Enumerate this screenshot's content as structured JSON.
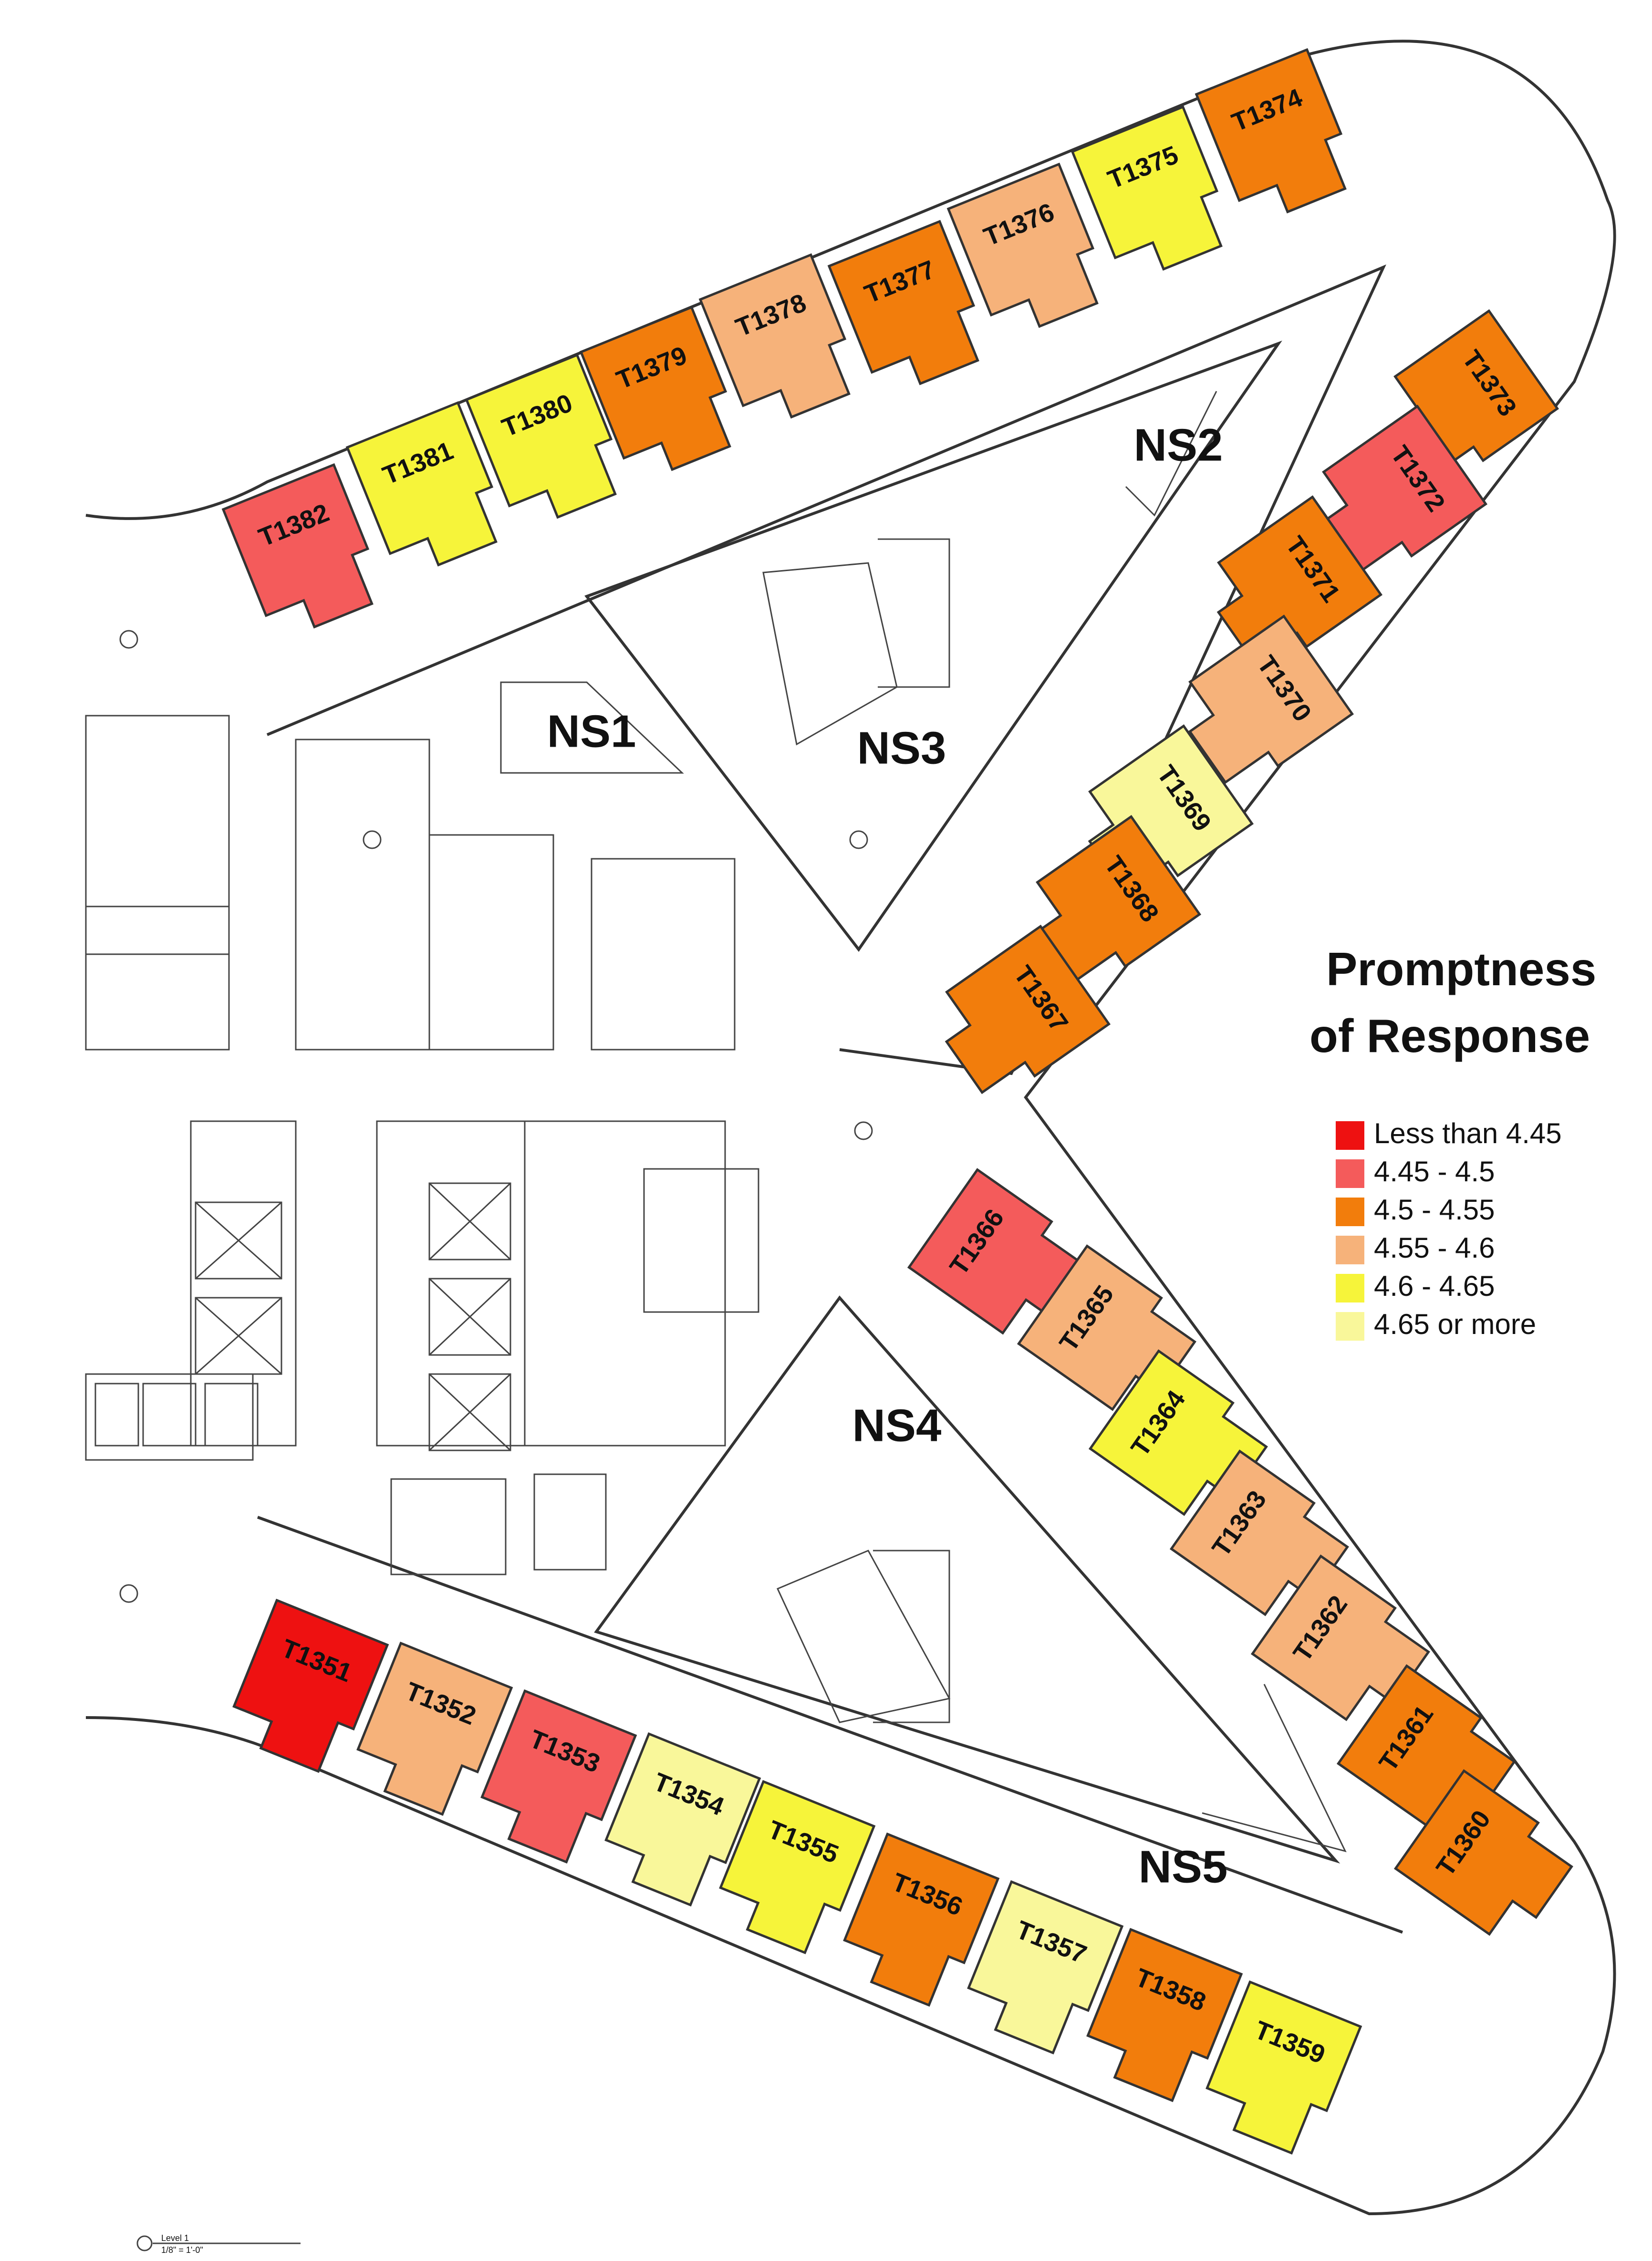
{
  "legend": {
    "title_line1": "Promptness",
    "title_line2": "of Response",
    "items": [
      {
        "label": "Less than 4.45",
        "color": "#ee1111"
      },
      {
        "label": "4.45 - 4.5",
        "color": "#f45b5b"
      },
      {
        "label": "4.5 - 4.55",
        "color": "#f27d0c"
      },
      {
        "label": "4.55 - 4.6",
        "color": "#f6b27a"
      },
      {
        "label": "4.6 - 4.65",
        "color": "#f6f43a"
      },
      {
        "label": "4.65 or more",
        "color": "#f9f79a"
      }
    ]
  },
  "stations": [
    "NS1",
    "NS2",
    "NS3",
    "NS4",
    "NS5"
  ],
  "rooms": [
    {
      "id": "T1382",
      "level": 1
    },
    {
      "id": "T1381",
      "level": 4
    },
    {
      "id": "T1380",
      "level": 4
    },
    {
      "id": "T1379",
      "level": 2
    },
    {
      "id": "T1378",
      "level": 3
    },
    {
      "id": "T1377",
      "level": 2
    },
    {
      "id": "T1376",
      "level": 3
    },
    {
      "id": "T1375",
      "level": 4
    },
    {
      "id": "T1374",
      "level": 2
    },
    {
      "id": "T1373",
      "level": 2
    },
    {
      "id": "T1372",
      "level": 1
    },
    {
      "id": "T1371",
      "level": 2
    },
    {
      "id": "T1370",
      "level": 3
    },
    {
      "id": "T1369",
      "level": 5
    },
    {
      "id": "T1368",
      "level": 2
    },
    {
      "id": "T1367",
      "level": 2
    },
    {
      "id": "T1366",
      "level": 1
    },
    {
      "id": "T1365",
      "level": 3
    },
    {
      "id": "T1364",
      "level": 4
    },
    {
      "id": "T1363",
      "level": 3
    },
    {
      "id": "T1362",
      "level": 3
    },
    {
      "id": "T1361",
      "level": 2
    },
    {
      "id": "T1360",
      "level": 2
    },
    {
      "id": "T1351",
      "level": 0
    },
    {
      "id": "T1352",
      "level": 3
    },
    {
      "id": "T1353",
      "level": 1
    },
    {
      "id": "T1354",
      "level": 5
    },
    {
      "id": "T1355",
      "level": 4
    },
    {
      "id": "T1356",
      "level": 2
    },
    {
      "id": "T1357",
      "level": 5
    },
    {
      "id": "T1358",
      "level": 2
    },
    {
      "id": "T1359",
      "level": 4
    }
  ],
  "footer": {
    "line1": "Level 1",
    "line2": "1/8\" = 1'-0\""
  }
}
